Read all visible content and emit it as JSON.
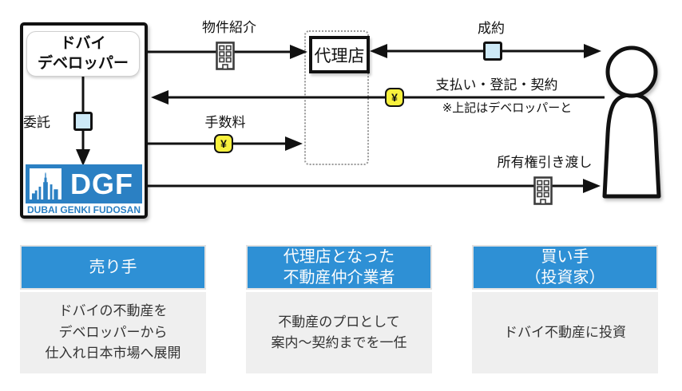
{
  "colors": {
    "accent_blue": "#2E90D5",
    "logo_blue": "#2B80C3",
    "light_blue": "#CDE9F7",
    "yellow": "#F8F13D",
    "panel_gray": "#EFEFEF",
    "ink": "#111111"
  },
  "icons": {
    "yen": "¥"
  },
  "diagram": {
    "developer": {
      "title_line1": "ドバイ",
      "title_line2": "デベロッパー",
      "consign_label": "委託"
    },
    "logo": {
      "acronym": "DGF",
      "caption": "DUBAI GENKI FUDOSAN"
    },
    "agency": {
      "label": "代理店"
    },
    "flow_labels": {
      "property_intro": "物件紹介",
      "contract": "成約",
      "payment": "支払い・登記・契約",
      "payment_note": "※上記はデベロッパーと",
      "fee": "手数料",
      "ownership_transfer": "所有権引き渡し"
    }
  },
  "columns": [
    {
      "header_lines": [
        "売り手"
      ],
      "body_lines": [
        "ドバイの不動産を",
        "デベロッパーから",
        "仕入れ日本市場へ展開"
      ]
    },
    {
      "header_lines": [
        "代理店となった",
        "不動産仲介業者"
      ],
      "body_lines": [
        "不動産のプロとして",
        "案内〜契約までを一任"
      ]
    },
    {
      "header_lines": [
        "買い手",
        "（投資家）"
      ],
      "body_lines": [
        "ドバイ不動産に投資"
      ]
    }
  ]
}
